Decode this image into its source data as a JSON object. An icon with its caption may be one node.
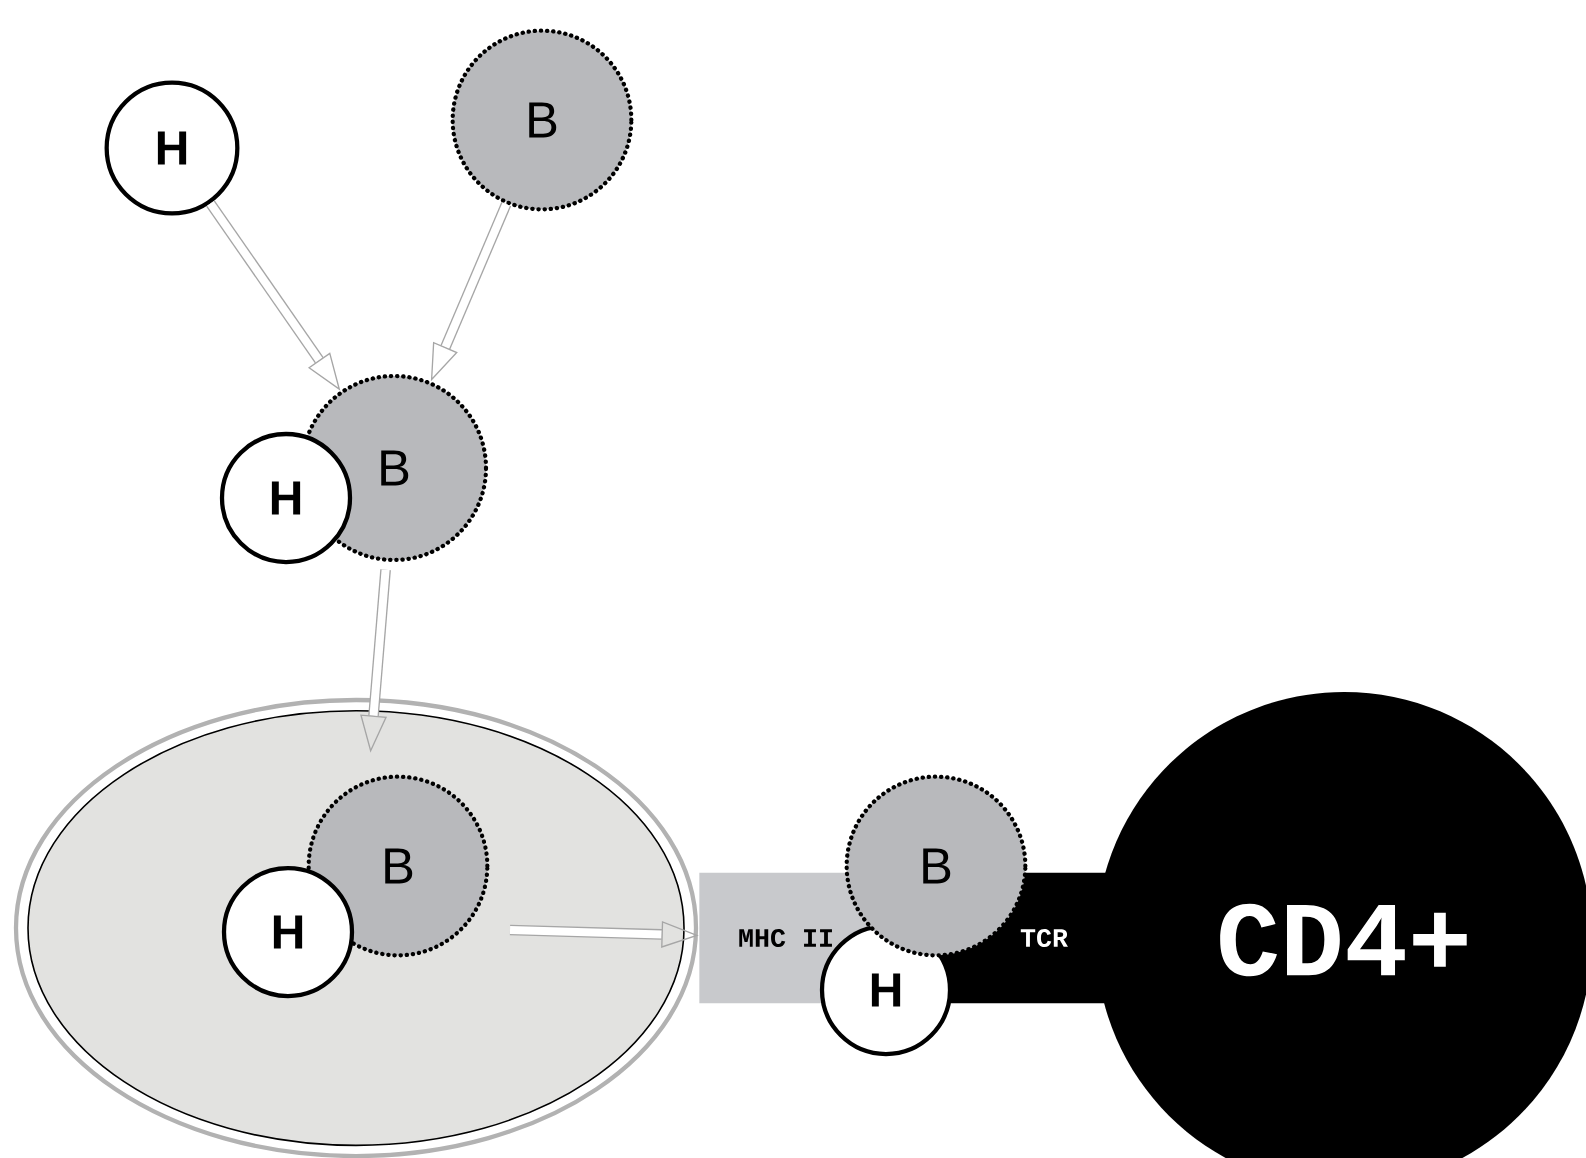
{
  "diagram": {
    "nodes": [
      {
        "text": [
          "H"
        ]
      },
      {
        "text": [
          "B"
        ]
      },
      {
        "text": [
          "B"
        ]
      },
      {
        "text": [
          "H"
        ]
      },
      {
        "text": [],
        "shape": "ellipse"
      },
      {
        "text": [
          "B"
        ],
        "in": 4
      },
      {
        "text": [
          "H"
        ],
        "in": 4
      },
      {
        "text": [
          "MHC II"
        ]
      },
      {
        "text": [
          "B"
        ]
      },
      {
        "text": [
          "H"
        ]
      },
      {
        "text": [
          "TCR"
        ]
      },
      {
        "text": [
          "CD4+"
        ]
      }
    ],
    "edges": [
      {
        "from": 0,
        "to": 2,
        "arrow": "to"
      },
      {
        "from": 1,
        "to": 2,
        "arrow": "to"
      },
      {
        "from": 2,
        "to": 4,
        "arrow": "to"
      },
      {
        "from": null,
        "to": 7,
        "arrow": "to"
      }
    ]
  }
}
